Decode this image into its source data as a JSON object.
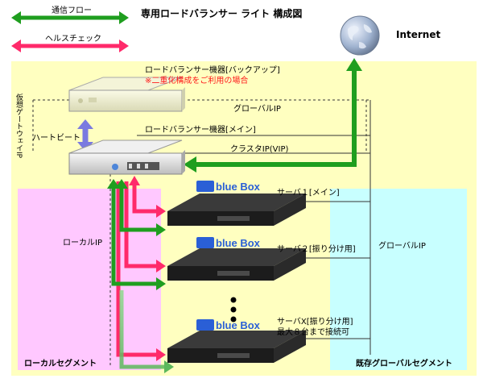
{
  "title": "専用ロードバランサー ライト 構成図",
  "legend": {
    "comm_flow": "通信フロー",
    "health_check": "ヘルスチェック"
  },
  "internet": {
    "label": "Internet"
  },
  "devices": {
    "lb_backup": {
      "label": "ロードバランサー機器[バックアップ]",
      "note": "※二重化構成をご利用の場合"
    },
    "lb_main": {
      "label": "ロードバランサー機器[メイン]"
    },
    "heartbeat": "ハートビート",
    "virtual_gateway_ip": "仮想ゲートウェイIP",
    "global_ip": "グローバルIP",
    "cluster_ip": "クラスタIP(VIP)"
  },
  "servers": [
    {
      "brand": "blue Box",
      "label": "サーバ１[メイン]",
      "sublabel": ""
    },
    {
      "brand": "blue Box",
      "label": "サーバ２[振り分け用]",
      "sublabel": ""
    },
    {
      "brand": "blue Box",
      "label": "サーバX[振り分け用]",
      "sublabel": "最大８台まで接続可"
    }
  ],
  "segments": {
    "local_ip": "ローカルIP",
    "global_ip_right": "グローバルIP",
    "local_segment": "ローカルセグメント",
    "existing_global_segment": "既存グローバルセグメント"
  },
  "colors": {
    "green": "#1f9e1f",
    "pink": "#ff2a6a",
    "yellow_bg": "#ffffc0",
    "pink_bg": "#ffc8ff",
    "cyan_bg": "#c8ffff",
    "brand_blue": "#2a5fd6",
    "lavender": "#7a7ae0"
  }
}
